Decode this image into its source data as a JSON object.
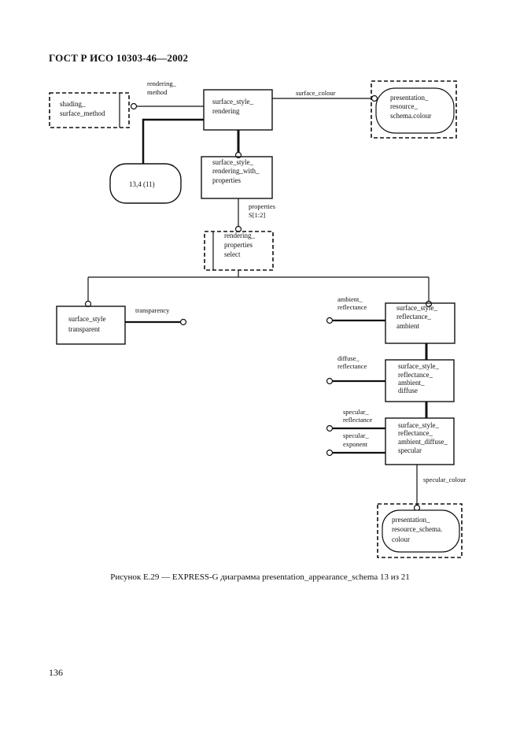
{
  "header": {
    "title": "ГОСТ Р ИСО 10303-46—2002"
  },
  "entities": {
    "surface_style_rendering": [
      "surface_style_",
      "rendering"
    ],
    "surface_style_rendering_with_properties": [
      "surface_style_",
      "rendering_with_",
      "properties"
    ],
    "surface_style_transparent": [
      "surface_style",
      "transparent"
    ],
    "surface_style_reflectance_ambient": [
      "surface_style_",
      "reflectance_",
      "ambient"
    ],
    "surface_style_reflectance_ambient_diffuse": [
      "surface_style_",
      "reflectance_",
      "ambient_",
      "diffuse"
    ],
    "surface_style_reflectance_ambient_diffuse_specular": [
      "surface_style_",
      "reflectance_",
      "ambient_diffuse_",
      "specular"
    ]
  },
  "types": {
    "shading_surface_method": [
      "shading_",
      "surface_method"
    ],
    "rendering_properties_select": [
      "rendering_",
      "properties",
      "select"
    ]
  },
  "references": {
    "presentation_resource_schema_colour_top": [
      "presentation_",
      "resource_",
      "schema.colour"
    ],
    "page_ref": [
      "13,4 (11)"
    ],
    "presentation_resource_schema_colour_bottom": [
      "presentation_",
      "resource_schema.",
      "colour"
    ]
  },
  "attributes": {
    "rendering_method": [
      "rendering_",
      "method"
    ],
    "surface_colour": [
      "surface_colour"
    ],
    "properties": [
      "properties",
      "S[1:2]"
    ],
    "transparency": [
      "transparency"
    ],
    "ambient_reflectance": [
      "ambient_",
      "reflectance"
    ],
    "diffuse_reflectance": [
      "diffuse_",
      "reflectance"
    ],
    "specular_reflectance": [
      "specular_",
      "reflectance"
    ],
    "specular_exponent": [
      "specular_",
      "exponent"
    ],
    "specular_colour": [
      "specular_colour"
    ]
  },
  "caption": "Рисунок Е.29 — EXPRESS-G диаграмма presentation_appearance_schema 13 из 21",
  "page_number": "136"
}
